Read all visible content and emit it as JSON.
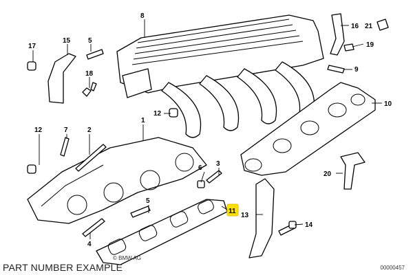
{
  "caption": "PART NUMBER EXAMPLE",
  "copyright": "© BMW AG",
  "document_id": "00000457",
  "highlighted_part": "11",
  "highlight_color": "#ffe000",
  "parts": {
    "p1": "1",
    "p2": "2",
    "p3": "3",
    "p4": "4",
    "p5a": "5",
    "p5b": "5",
    "p6": "6",
    "p7": "7",
    "p8": "8",
    "p9": "9",
    "p10": "10",
    "p11": "11",
    "p12a": "12",
    "p12b": "12",
    "p13": "13",
    "p14": "14",
    "p15": "15",
    "p16": "16",
    "p17": "17",
    "p18": "18",
    "p19": "19",
    "p20": "20",
    "p21": "21"
  }
}
